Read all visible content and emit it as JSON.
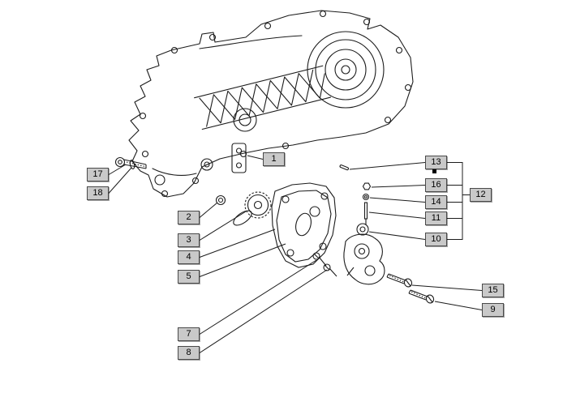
{
  "page": {
    "background": "#ffffff"
  },
  "colors": {
    "page_bg": "#ffffff",
    "callout_bg": "#c9c9c9",
    "callout_border": "#4a4a4a",
    "line": "#1c1c1c"
  },
  "callouts": {
    "n1": "1",
    "n2": "2",
    "n3": "3",
    "n4": "4",
    "n5": "5",
    "n7": "7",
    "n8": "8",
    "n9": "9",
    "n10": "10",
    "n11": "11",
    "n12": "12",
    "n13": "13",
    "n14": "14",
    "n15": "15",
    "n16": "16",
    "n17": "17",
    "n18": "18"
  }
}
